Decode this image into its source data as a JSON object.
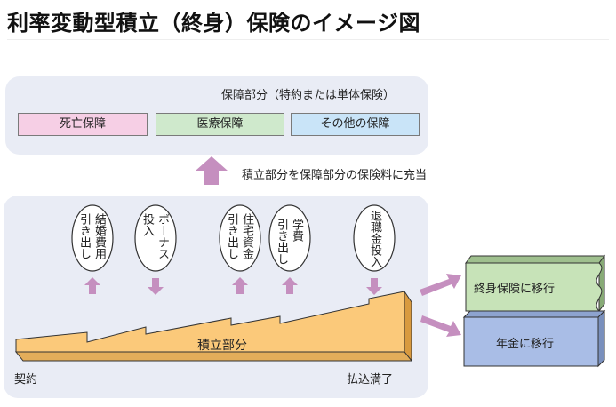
{
  "title": "利率変動型積立（終身）保険のイメージ図",
  "coverage": {
    "heading": "保障部分（特約または単体保険）",
    "boxes": [
      "死亡保障",
      "医療保障",
      "その他の保障"
    ],
    "colors": [
      "#f6cfe5",
      "#cfe9cc",
      "#c9e4f8"
    ]
  },
  "transfer_note": "積立部分を保障部分の保険料に充当",
  "events": [
    {
      "lines": [
        "結婚費用",
        "引き出し"
      ],
      "direction": "out"
    },
    {
      "lines": [
        "ボーナス",
        "投入"
      ],
      "direction": "in"
    },
    {
      "lines": [
        "住宅資金",
        "引き出し"
      ],
      "direction": "out"
    },
    {
      "lines": [
        "学費",
        "引き出し"
      ],
      "direction": "out"
    },
    {
      "lines": [
        "退職金",
        "投入"
      ],
      "direction": "in"
    }
  ],
  "accumulation_label": "積立部分",
  "timeline": {
    "start": "契約",
    "end": "払込満了"
  },
  "options": [
    {
      "label": "終身保険に移行",
      "color": "#c7e3b8"
    },
    {
      "label": "年金に移行",
      "color": "#a9bde6"
    }
  ],
  "colors": {
    "arrow": "#c58fbf",
    "accumulation": "#fbc97a",
    "accumulation_side": "#d99a3f",
    "panel": "#e9ecf5"
  }
}
